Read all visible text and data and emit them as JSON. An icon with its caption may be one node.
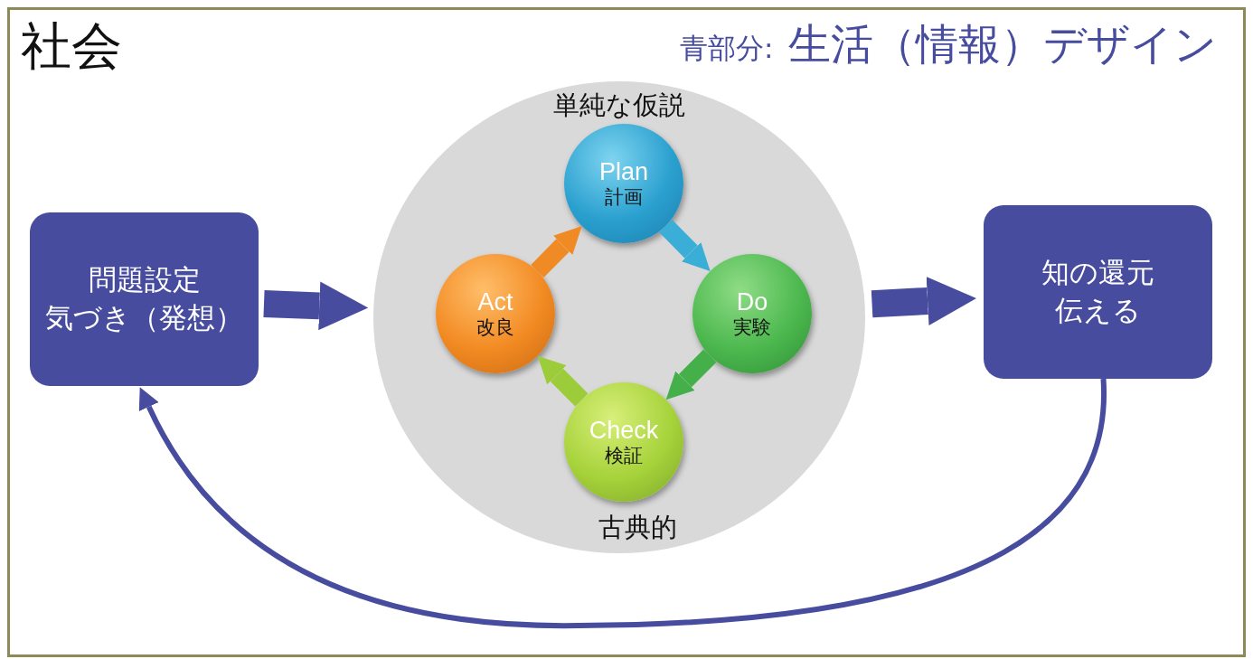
{
  "diagram": {
    "nodes": [
      {
        "text": [
          "社会"
        ]
      },
      {
        "text": [
          "問題設定",
          "気づき（発想）"
        ],
        "in": 0
      },
      {
        "text": [
          "単純な仮説",
          "古典的"
        ],
        "in": 0
      },
      {
        "text": [
          "Plan",
          "計画"
        ],
        "in": 2
      },
      {
        "text": [
          "Do",
          "実験"
        ],
        "in": 2
      },
      {
        "text": [
          "Check",
          "検証"
        ],
        "in": 2
      },
      {
        "text": [
          "Act",
          "改良"
        ],
        "in": 2
      },
      {
        "text": [
          "知の還元",
          "伝える"
        ],
        "in": 0
      }
    ],
    "edges": [
      {
        "from": 1,
        "to": 2,
        "arrow": "to"
      },
      {
        "from": 2,
        "to": 7,
        "arrow": "to"
      },
      {
        "from": 3,
        "to": 4,
        "arrow": "to",
        "color": "#3aaed6"
      },
      {
        "from": 4,
        "to": 5,
        "arrow": "to",
        "color": "#45b04a"
      },
      {
        "from": 5,
        "to": 6,
        "arrow": "to",
        "color": "#9ccc3a"
      },
      {
        "from": 6,
        "to": 3,
        "arrow": "to",
        "color": "#f08a24"
      },
      {
        "from": 7,
        "to": 1,
        "arrow": "to"
      }
    ],
    "labels": [
      "青部分:",
      "生活（情報）デザイン"
    ]
  }
}
